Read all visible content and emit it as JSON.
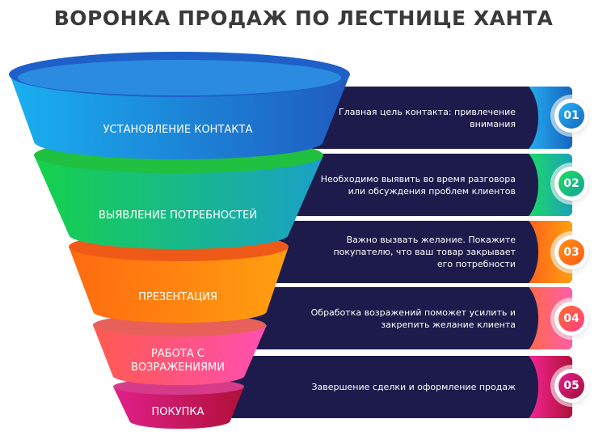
{
  "title": "ВОРОНКА ПРОДАЖ ПО ЛЕСТНИЦЕ ХАНТА",
  "stages": [
    {
      "label": "УСТАНОВЛЕНИЕ КОНТАКТА",
      "number": "01",
      "description": "Главная цель контакта: привлечение внимания",
      "color": "#1a7fd4"
    },
    {
      "label": "ВЫЯВЛЕНИЕ ПОТРЕБНОСТЕЙ",
      "number": "02",
      "description": "Необходимо выявить во время разговора или обсуждения проблем клиентов",
      "color": "#16c25a"
    },
    {
      "label": "ПРЕЗЕНТАЦИЯ",
      "number": "03",
      "description": "Важно вызвать желание. Покажите покупателю, что ваш товар закрывает его потребности",
      "color": "#ff7a10"
    },
    {
      "label": "РАБОТА С ВОЗРАЖЕНИЯМИ",
      "number": "04",
      "description": "Обработка возражений поможет усилить и закрепить желание клиента",
      "color": "#ff4f7a"
    },
    {
      "label": "ПОКУПКА",
      "number": "05",
      "description": "Завершение сделки и оформление продаж",
      "color": "#d81b7a"
    }
  ]
}
